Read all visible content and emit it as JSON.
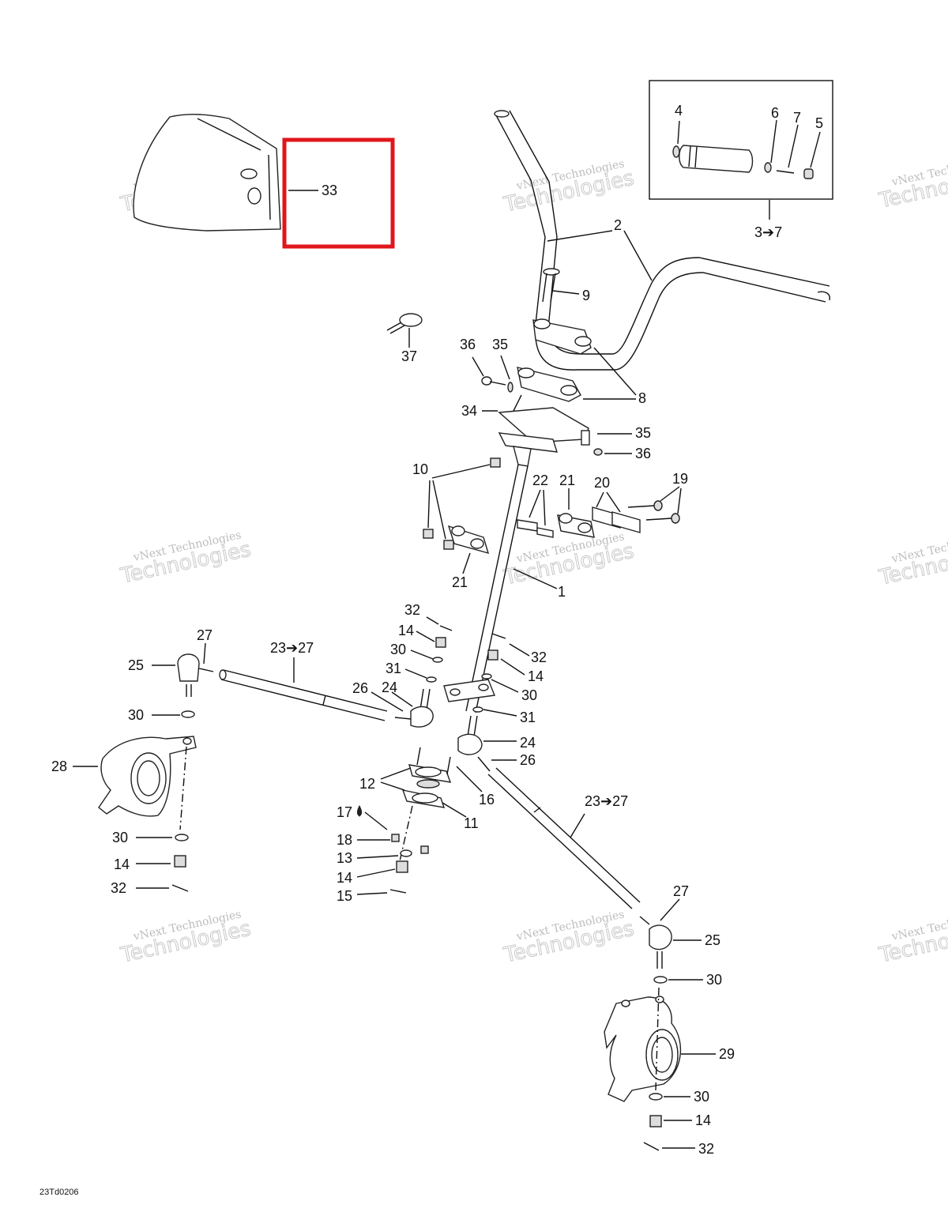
{
  "diagram_code": "23Td0206",
  "watermark": {
    "line1": "vNext Technologies",
    "line2": "Technologies"
  },
  "highlight_color": "#e0161b",
  "callouts": {
    "c33": "33",
    "c4": "4",
    "c6": "6",
    "c7": "7",
    "c5": "5",
    "c3to7": "3➔7",
    "c2": "2",
    "c9": "9",
    "c37": "37",
    "c36a": "36",
    "c35a": "35",
    "c8": "8",
    "c34": "34",
    "c35b": "35",
    "c36b": "36",
    "c10": "10",
    "c22": "22",
    "c21a": "21",
    "c20": "20",
    "c19": "19",
    "c21b": "21",
    "c1": "1",
    "c32a": "32",
    "c14a": "14",
    "c30a": "30",
    "c31a": "31",
    "c32b": "32",
    "c14b": "14",
    "c30b": "30",
    "c31b": "31",
    "c24a": "24",
    "c26a": "26",
    "c24b": "24",
    "c26b": "26",
    "c27a": "27",
    "c25a": "25",
    "c23a": "23➔27",
    "c30c": "30",
    "c28": "28",
    "c12": "12",
    "c16": "16",
    "c11": "11",
    "c17": "17",
    "c18": "18",
    "c13": "13",
    "c14c": "14",
    "c15": "15",
    "c30d": "30",
    "c14d": "14",
    "c32c": "32",
    "c23b": "23➔27",
    "c27b": "27",
    "c25b": "25",
    "c30e": "30",
    "c29": "29",
    "c30f": "30",
    "c14e": "14",
    "c32d": "32"
  }
}
